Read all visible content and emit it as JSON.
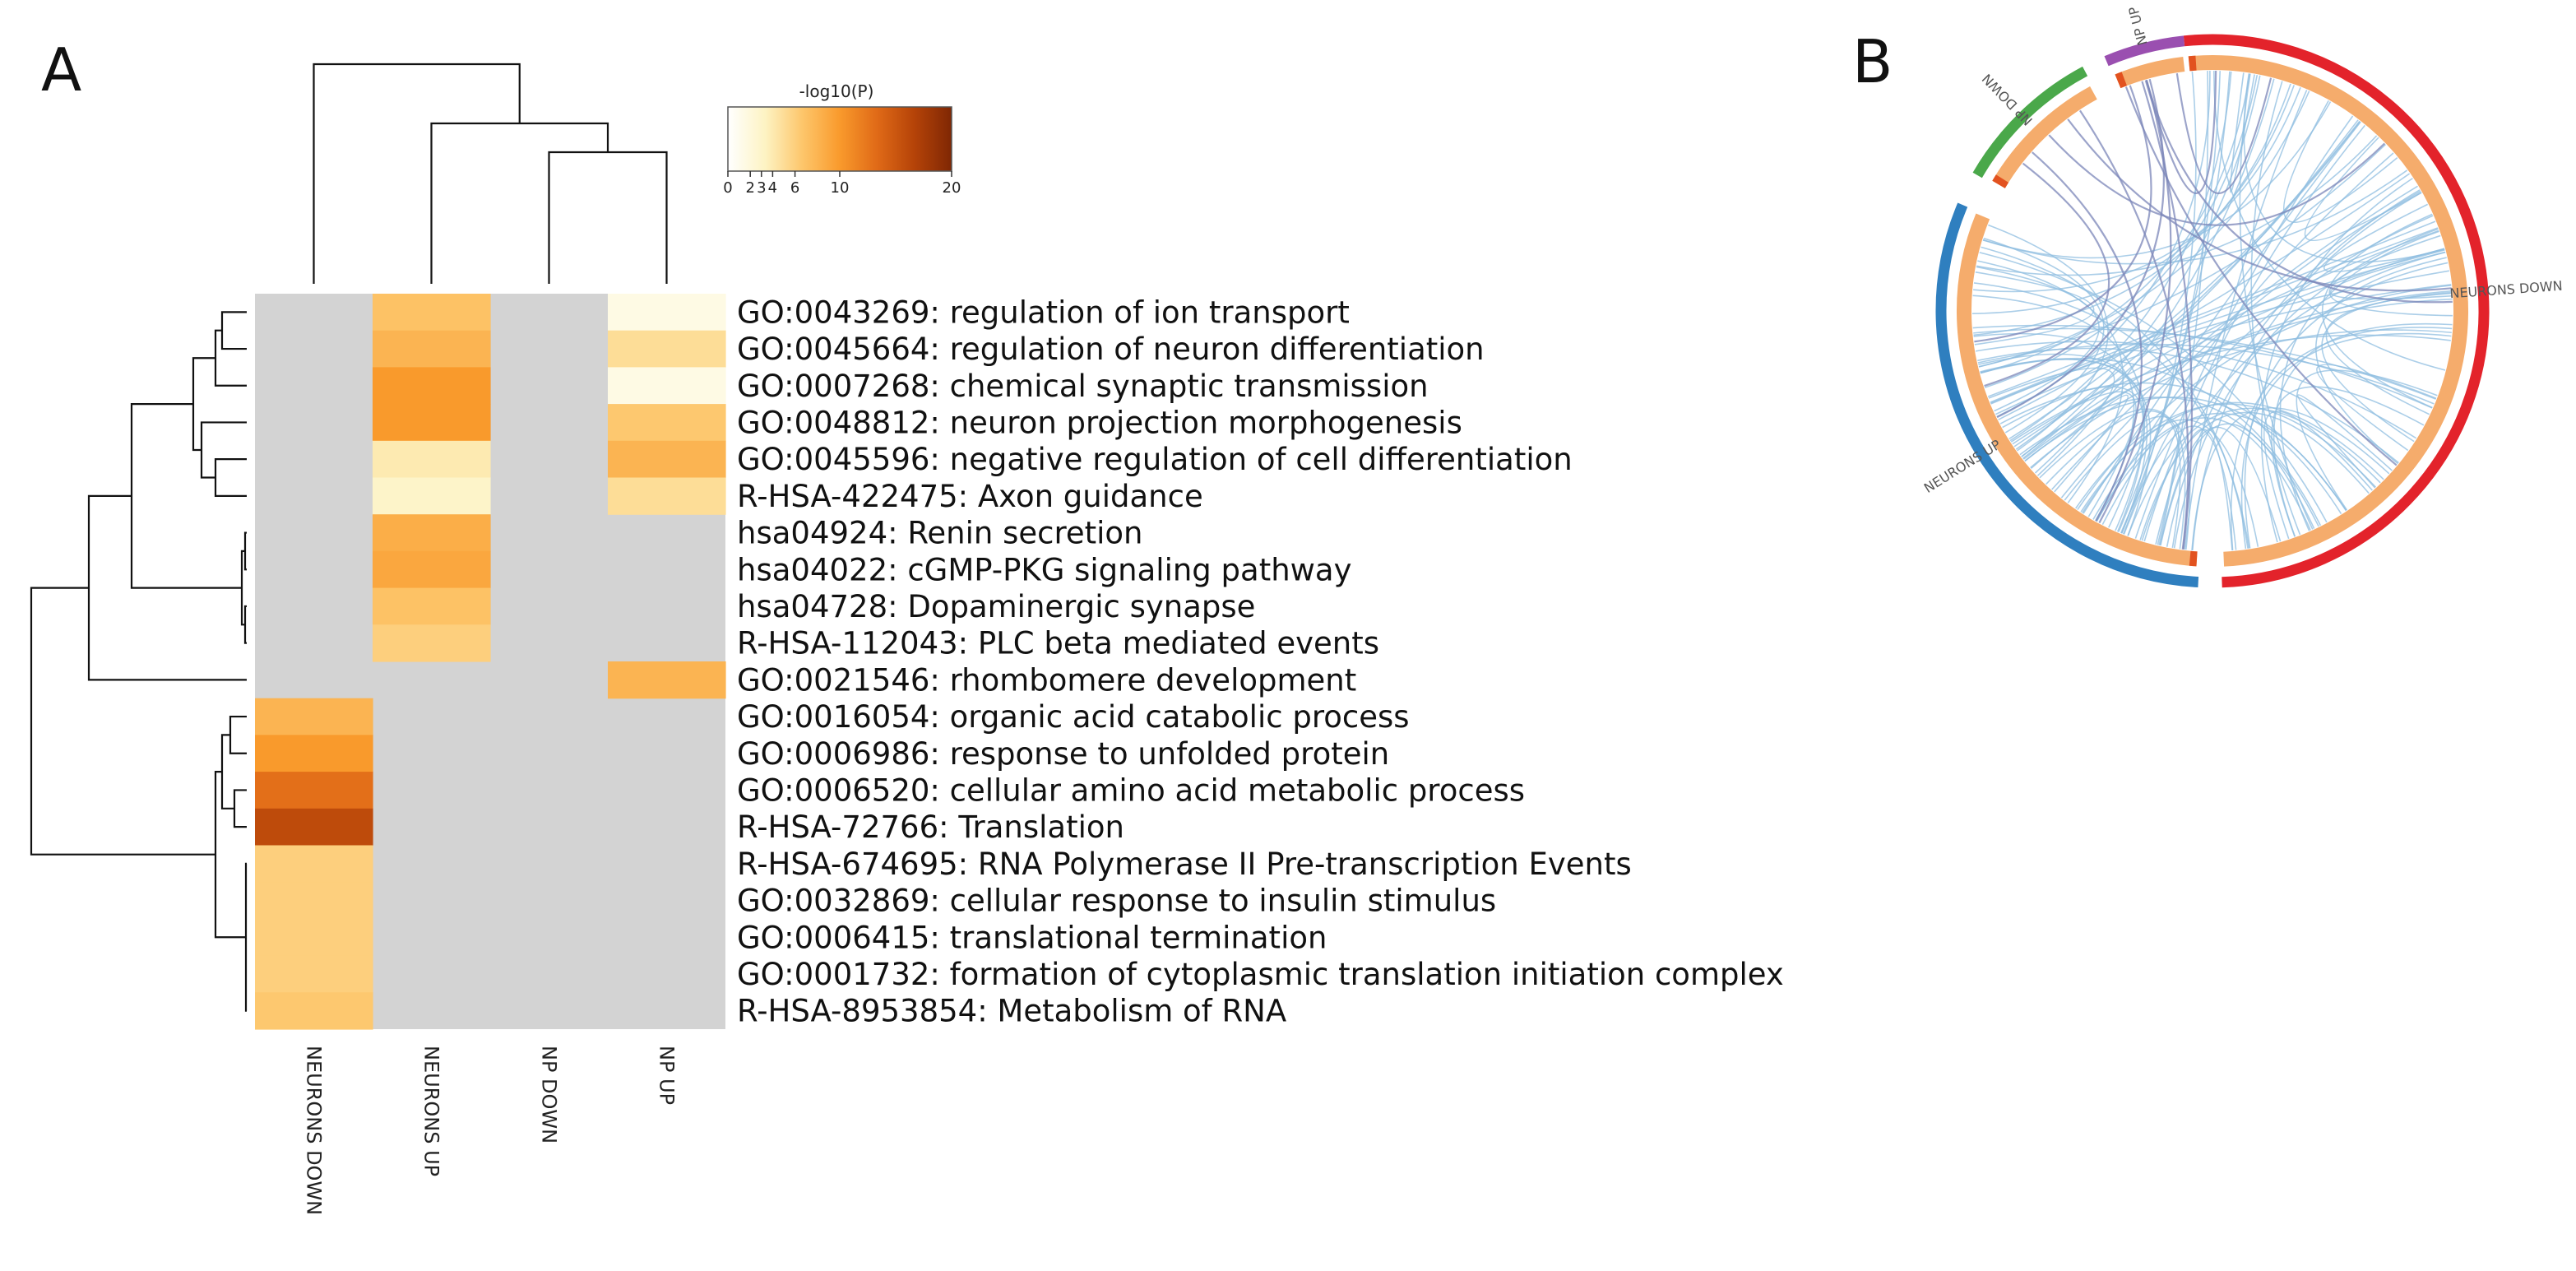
{
  "panels": {
    "a_label": "A",
    "b_label": "B"
  },
  "colors": {
    "missing": "#d3d3d3",
    "colormap": [
      "#ffffff",
      "#fdf3c3",
      "#fdc66b",
      "#f99a2c",
      "#e06a17",
      "#b54308",
      "#7f2704"
    ],
    "circos_outer": {
      "NEURONS DOWN": "#e3232b",
      "NEURONS UP": "#2f7fbf",
      "NP DOWN": "#4aa84a",
      "NP UP": "#9a4fb0"
    },
    "circos_inner": "#f5ac6c",
    "circos_inner_marker": "#e2521f",
    "link_light": "#8fbde0",
    "link_dark": "#7b86b8"
  },
  "chart_data": [
    {
      "type": "heatmap",
      "legend_title": "-log10(P)",
      "legend_ticks": [
        "0",
        "2",
        "3",
        "4",
        "6",
        "10",
        "20"
      ],
      "legend_tick_values": [
        0,
        2,
        3,
        4,
        6,
        10,
        20
      ],
      "value_range": [
        0,
        20
      ],
      "columns": [
        "NEURONS DOWN",
        "NEURONS UP",
        "NP DOWN",
        "NP UP"
      ],
      "rows": [
        "GO:0043269: regulation of ion transport",
        "GO:0045664: regulation of neuron differentiation",
        "GO:0007268: chemical synaptic transmission",
        "GO:0048812: neuron projection morphogenesis",
        "GO:0045596: negative regulation of cell differentiation",
        "R-HSA-422475: Axon guidance",
        "hsa04924: Renin secretion",
        "hsa04022: cGMP-PKG signaling pathway",
        "hsa04728: Dopaminergic synapse",
        "R-HSA-112043: PLC beta mediated events",
        "GO:0021546: rhombomere development",
        "GO:0016054: organic acid catabolic process",
        "GO:0006986: response to unfolded protein",
        "GO:0006520: cellular amino acid metabolic process",
        "R-HSA-72766: Translation",
        "R-HSA-674695: RNA Polymerase II Pre-transcription Events",
        "GO:0032869: cellular response to insulin stimulus",
        "GO:0006415: translational termination",
        "GO:0001732: formation of cytoplasmic translation initiation complex",
        "R-HSA-8953854: Metabolism of RNA"
      ],
      "values": [
        [
          null,
          7,
          null,
          1.5
        ],
        [
          null,
          8,
          null,
          5
        ],
        [
          null,
          10,
          null,
          1.5
        ],
        [
          null,
          10,
          null,
          6.5
        ],
        [
          null,
          4,
          null,
          8
        ],
        [
          null,
          3,
          null,
          5
        ],
        [
          null,
          8.5,
          null,
          null
        ],
        [
          null,
          9,
          null,
          null
        ],
        [
          null,
          7,
          null,
          null
        ],
        [
          null,
          6,
          null,
          null
        ],
        [
          null,
          null,
          null,
          8
        ],
        [
          8,
          null,
          null,
          null
        ],
        [
          10,
          null,
          null,
          null
        ],
        [
          13,
          null,
          null,
          null
        ],
        [
          16,
          null,
          null,
          null
        ],
        [
          6,
          null,
          null,
          null
        ],
        [
          6,
          null,
          null,
          null
        ],
        [
          6,
          null,
          null,
          null
        ],
        [
          6,
          null,
          null,
          null
        ],
        [
          6.5,
          null,
          null,
          null
        ]
      ]
    },
    {
      "type": "chord",
      "segments": [
        {
          "name": "NEURONS DOWN",
          "color": "#e3232b"
        },
        {
          "name": "NEURONS UP",
          "color": "#2f7fbf"
        },
        {
          "name": "NP DOWN",
          "color": "#4aa84a"
        },
        {
          "name": "NP UP",
          "color": "#9a4fb0"
        }
      ]
    }
  ]
}
